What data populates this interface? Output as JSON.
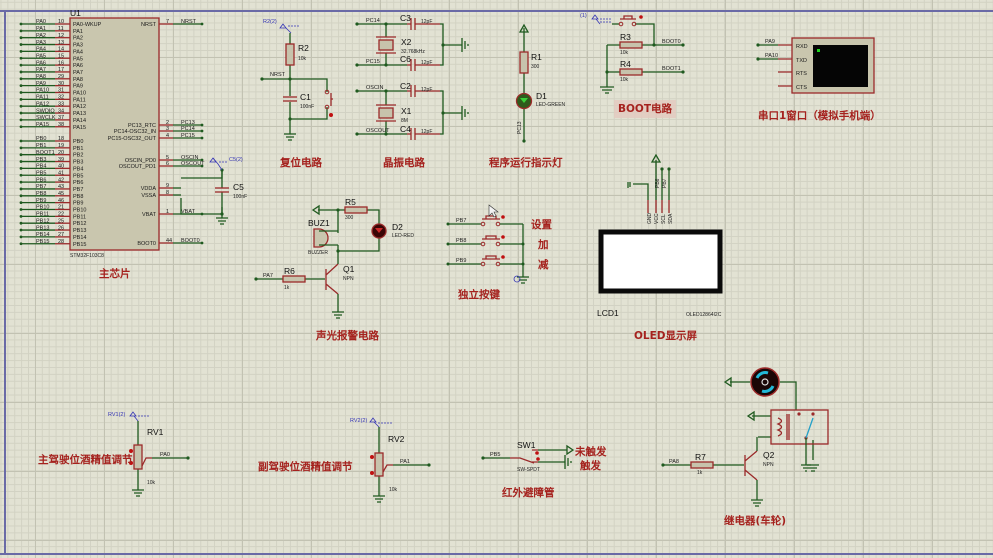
{
  "app": "Proteus schematic capture",
  "sections": {
    "main_chip": "主芯片",
    "reset": "复位电路",
    "crystal": "晶振电路",
    "run_led": "程序运行指示灯",
    "boot": "BOOT电路",
    "uart": "串口1窗口（模拟手机端）",
    "alarm": "声光报警电路",
    "keys": "独立按键",
    "oled": "OLED显示屏",
    "rv1": "主驾驶位酒精值调节",
    "rv2": "副驾驶位酒精值调节",
    "ir": "红外避障管",
    "relay": "继电器(车轮)"
  },
  "mcu": {
    "ref": "U1",
    "part": "STM32F103C8",
    "left_pins_a": [
      {
        "net": "PA0",
        "num": "10",
        "name": "PA0-WKUP"
      },
      {
        "net": "PA1",
        "num": "11",
        "name": "PA1"
      },
      {
        "net": "PA2",
        "num": "12",
        "name": "PA2"
      },
      {
        "net": "PA3",
        "num": "13",
        "name": "PA3"
      },
      {
        "net": "PA4",
        "num": "14",
        "name": "PA4"
      },
      {
        "net": "PA5",
        "num": "15",
        "name": "PA5"
      },
      {
        "net": "PA6",
        "num": "16",
        "name": "PA6"
      },
      {
        "net": "PA7",
        "num": "17",
        "name": "PA7"
      },
      {
        "net": "PA8",
        "num": "29",
        "name": "PA8"
      },
      {
        "net": "PA9",
        "num": "30",
        "name": "PA9"
      },
      {
        "net": "PA10",
        "num": "31",
        "name": "PA10"
      },
      {
        "net": "PA11",
        "num": "32",
        "name": "PA11"
      },
      {
        "net": "PA12",
        "num": "33",
        "name": "PA12"
      },
      {
        "net": "SWDIO",
        "num": "34",
        "name": "PA13"
      },
      {
        "net": "SWCLK",
        "num": "37",
        "name": "PA14"
      },
      {
        "net": "PA15",
        "num": "38",
        "name": "PA15"
      }
    ],
    "left_pins_b": [
      {
        "net": "PB0",
        "num": "18",
        "name": "PB0"
      },
      {
        "net": "PB1",
        "num": "19",
        "name": "PB1"
      },
      {
        "net": "BOOT1",
        "num": "20",
        "name": "PB2"
      },
      {
        "net": "PB3",
        "num": "39",
        "name": "PB3"
      },
      {
        "net": "PB4",
        "num": "40",
        "name": "PB4"
      },
      {
        "net": "PB5",
        "num": "41",
        "name": "PB5"
      },
      {
        "net": "PB6",
        "num": "42",
        "name": "PB6"
      },
      {
        "net": "PB7",
        "num": "43",
        "name": "PB7"
      },
      {
        "net": "PB8",
        "num": "45",
        "name": "PB8"
      },
      {
        "net": "PB9",
        "num": "46",
        "name": "PB9"
      },
      {
        "net": "PB10",
        "num": "21",
        "name": "PB10"
      },
      {
        "net": "PB11",
        "num": "22",
        "name": "PB11"
      },
      {
        "net": "PB12",
        "num": "25",
        "name": "PB12"
      },
      {
        "net": "PB13",
        "num": "26",
        "name": "PB13"
      },
      {
        "net": "PB14",
        "num": "27",
        "name": "PB14"
      },
      {
        "net": "PB15",
        "num": "28",
        "name": "PB15"
      }
    ],
    "right_pins": [
      {
        "net": "NRST",
        "num": "7",
        "name": "NRST"
      },
      {
        "net": "PC13",
        "num": "2",
        "name": "PC13_RTC"
      },
      {
        "net": "PC14",
        "num": "3",
        "name": "PC14-OSC32_IN"
      },
      {
        "net": "PC15",
        "num": "4",
        "name": "PC15-OSC32_OUT"
      },
      {
        "net": "OSCIN",
        "num": "5",
        "name": "OSCIN_PD0"
      },
      {
        "net": "OSCOUT",
        "num": "6",
        "name": "OSCOUT_PD1"
      },
      {
        "net": "",
        "num": "9",
        "name": "VDDA"
      },
      {
        "net": "",
        "num": "8",
        "name": "VSSA"
      },
      {
        "net": "VBAT",
        "num": "1",
        "name": "VBAT"
      },
      {
        "net": "BOOT0",
        "num": "44",
        "name": "BOOT0"
      }
    ]
  },
  "components": {
    "c5": {
      "ref": "C5",
      "value": "100nF",
      "probe": "C5(2)"
    },
    "r2": {
      "ref": "R2",
      "value": "10k",
      "probe": "R2(2)",
      "net": "NRST"
    },
    "c1": {
      "ref": "C1",
      "value": "100nF"
    },
    "x2": {
      "ref": "X2",
      "value": "32.768kHz",
      "net_a": "PC14",
      "net_b": "PC15"
    },
    "c3": {
      "ref": "C3",
      "value": "12pF"
    },
    "c6": {
      "ref": "C6",
      "value": "12pF"
    },
    "x1": {
      "ref": "X1",
      "value": "8M",
      "net_a": "OSCIN",
      "net_b": "OSCOUT"
    },
    "c2": {
      "ref": "C2",
      "value": "12pF"
    },
    "c4": {
      "ref": "C4",
      "value": "12pF"
    },
    "r1": {
      "ref": "R1",
      "value": "300"
    },
    "d1": {
      "ref": "D1",
      "value": "LED-GREEN",
      "net": "PC13"
    },
    "boot_probe": "(1)",
    "r3": {
      "ref": "R3",
      "value": "10k",
      "net": "BOOT0"
    },
    "r4": {
      "ref": "R4",
      "value": "10k",
      "net": "BOOT1"
    },
    "uart": {
      "pins": [
        "RXD",
        "TXD",
        "RTS",
        "CTS"
      ],
      "nets": [
        "PA9",
        "PA10"
      ]
    },
    "r5": {
      "ref": "R5",
      "value": "300"
    },
    "d2": {
      "ref": "D2",
      "value": "LED-RED"
    },
    "buz1": {
      "ref": "BUZ1",
      "value": "BUZZER"
    },
    "r6": {
      "ref": "R6",
      "value": "1k",
      "net": "PA7"
    },
    "q1": {
      "ref": "Q1",
      "value": "NPN"
    },
    "keys": [
      {
        "net": "PB7",
        "label": "设置"
      },
      {
        "net": "PB8",
        "label": "加"
      },
      {
        "net": "PB9",
        "label": "减"
      }
    ],
    "oled": {
      "ref": "LCD1",
      "value": "OLED12864I2C",
      "pins": [
        "GND",
        "VCC",
        "SCL",
        "SDA"
      ],
      "nets": [
        "PB6",
        "PB7"
      ]
    },
    "rv1": {
      "ref": "RV1",
      "value": "10k",
      "probe": "RV1(2)",
      "net": "PA0"
    },
    "rv2": {
      "ref": "RV2",
      "value": "10k",
      "probe": "RV2(2)",
      "net": "PA1"
    },
    "sw1": {
      "ref": "SW1",
      "value": "SW-SPDT",
      "net": "PB5",
      "pos1": "未触发",
      "pos2": "触发"
    },
    "r7": {
      "ref": "R7",
      "value": "1k",
      "net": "PA8"
    },
    "q2": {
      "ref": "Q2",
      "value": "NPN"
    }
  }
}
